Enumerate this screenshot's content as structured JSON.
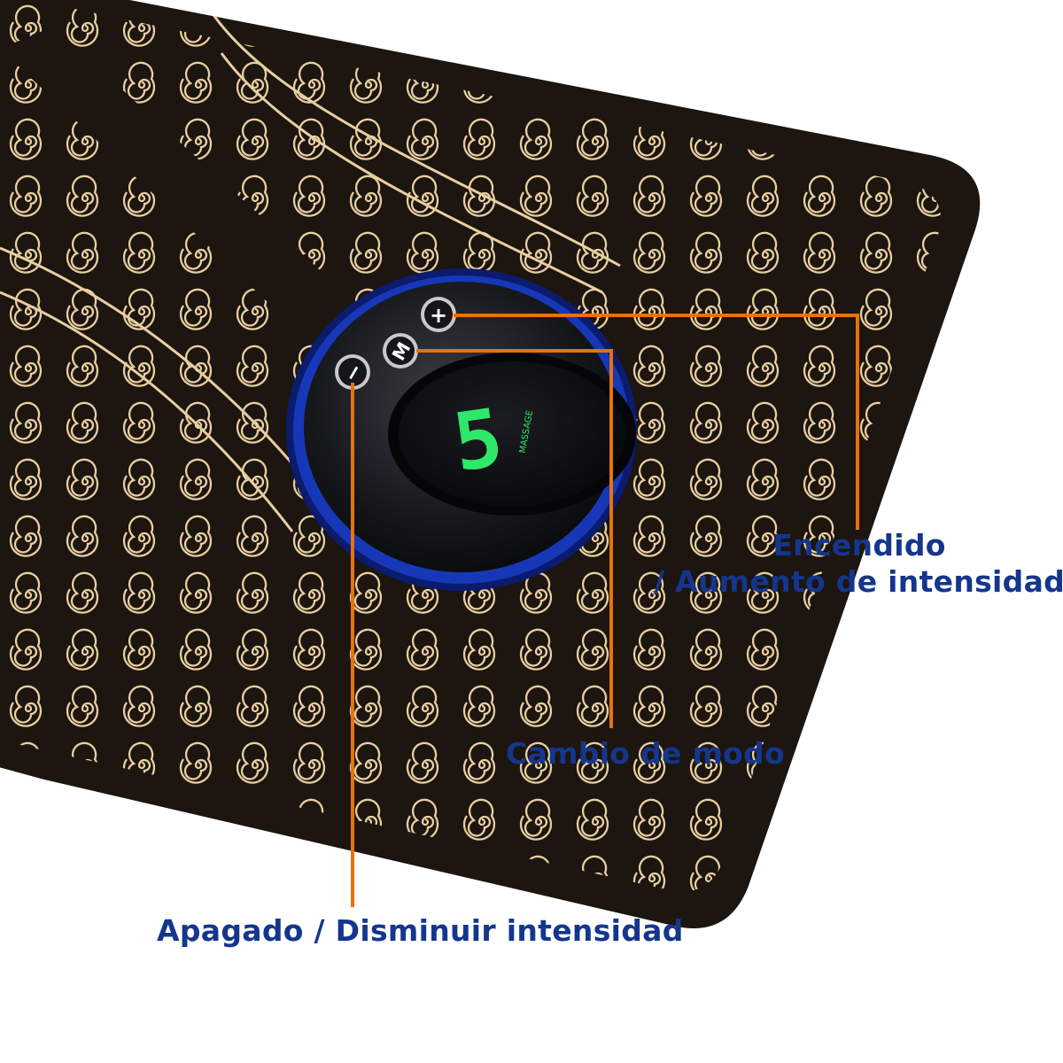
{
  "colors": {
    "mat": "#1c1510",
    "mat_pattern": "#e8cfa0",
    "controller_ring": "#1638b8",
    "display_digit": "#2ee86a",
    "leader_line": "#e8720c",
    "label_text": "#14368c"
  },
  "controller": {
    "buttons": [
      {
        "symbol": "+",
        "icon": "plus-icon"
      },
      {
        "symbol": "M",
        "icon": "mode-icon"
      },
      {
        "symbol": "−",
        "icon": "minus-icon"
      }
    ],
    "display_value": "5",
    "display_text": "MASSAGE"
  },
  "labels": {
    "power_on": {
      "line1": "Encendido",
      "line2": "/ Aumento de intensidad"
    },
    "mode_change": "Cambio de modo",
    "power_off": "Apagado / Disminuir intensidad"
  }
}
